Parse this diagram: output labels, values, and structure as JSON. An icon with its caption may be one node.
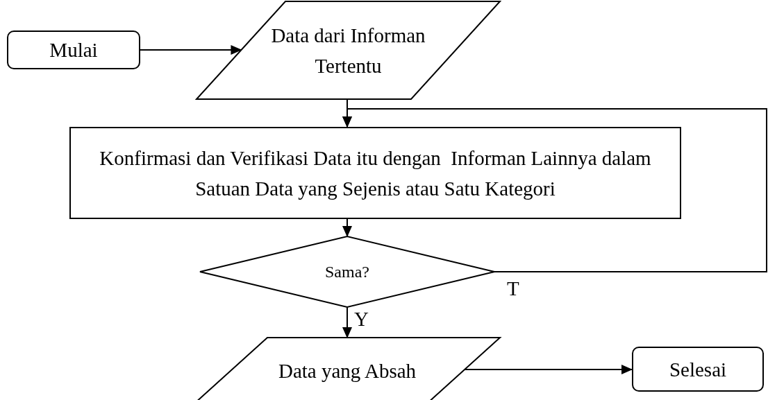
{
  "diagram": {
    "nodes": [
      {
        "text": [
          "Mulai"
        ]
      },
      {
        "text": [
          "Data dari Informan Tertentu"
        ]
      },
      {
        "text": [
          "Konfirmasi dan Verifikasi Data itu dengan  Informan Lainnya dalam Satuan Data yang Sejenis atau Satu Kategori"
        ]
      },
      {
        "text": [
          "Sama?"
        ]
      },
      {
        "text": [
          "Data yang Absah"
        ]
      },
      {
        "text": [
          "Selesai"
        ]
      }
    ],
    "edges": [
      {
        "from": 0,
        "to": 1,
        "arrow": "to"
      },
      {
        "from": 1,
        "to": 2,
        "arrow": "to"
      },
      {
        "from": 2,
        "to": 3,
        "arrow": "to"
      },
      {
        "from": 3,
        "to": 4,
        "arrow": "to",
        "label": "Y"
      },
      {
        "from": 3,
        "to": 2,
        "arrow": "to",
        "label": "T"
      },
      {
        "from": 4,
        "to": 5,
        "arrow": "to"
      }
    ]
  }
}
